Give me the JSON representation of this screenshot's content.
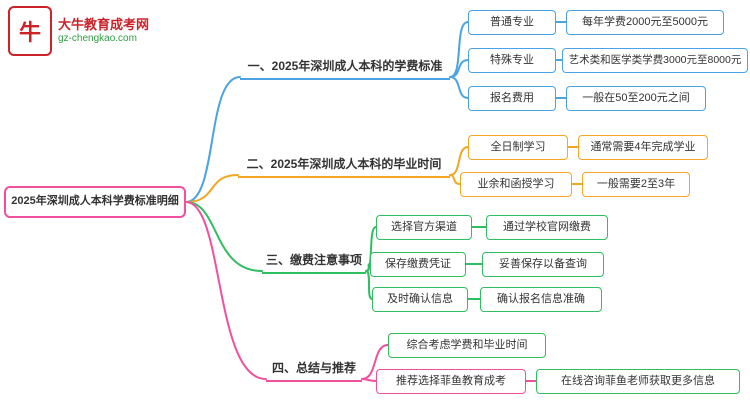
{
  "colors": {
    "branch_blue": "#4ba3e3",
    "branch_orange": "#f5a623",
    "branch_green": "#2fbe60",
    "branch_pink": "#f0509e",
    "logo_red": "#cc2229",
    "logo_green": "#2e9e44"
  },
  "logo": {
    "mark": "牛",
    "brand": "大牛教育成考网",
    "domain": "gz-chengkao.com"
  },
  "root": {
    "label": "2025年深圳成人本科学费标准明细"
  },
  "branches": [
    {
      "label": "一、2025年深圳成人本科的学费标准",
      "color": "blue",
      "children": [
        {
          "label": "普通专业",
          "detail": "每年学费2000元至5000元"
        },
        {
          "label": "特殊专业",
          "detail": "艺术类和医学类学费3000元至8000元"
        },
        {
          "label": "报名费用",
          "detail": "一般在50至200元之间"
        }
      ]
    },
    {
      "label": "二、2025年深圳成人本科的毕业时间",
      "color": "orange",
      "children": [
        {
          "label": "全日制学习",
          "detail": "通常需要4年完成学业"
        },
        {
          "label": "业余和函授学习",
          "detail": "一般需要2至3年"
        }
      ]
    },
    {
      "label": "三、缴费注意事项",
      "color": "green",
      "children": [
        {
          "label": "选择官方渠道",
          "detail": "通过学校官网缴费"
        },
        {
          "label": "保存缴费凭证",
          "detail": "妥善保存以备查询"
        },
        {
          "label": "及时确认信息",
          "detail": "确认报名信息准确"
        }
      ]
    },
    {
      "label": "四、总结与推荐",
      "color": "pink",
      "children": [
        {
          "label": "综合考虑学费和毕业时间",
          "detail": ""
        },
        {
          "label": "推荐选择菲鱼教育成考",
          "detail": "在线咨询菲鱼老师获取更多信息"
        }
      ]
    }
  ]
}
